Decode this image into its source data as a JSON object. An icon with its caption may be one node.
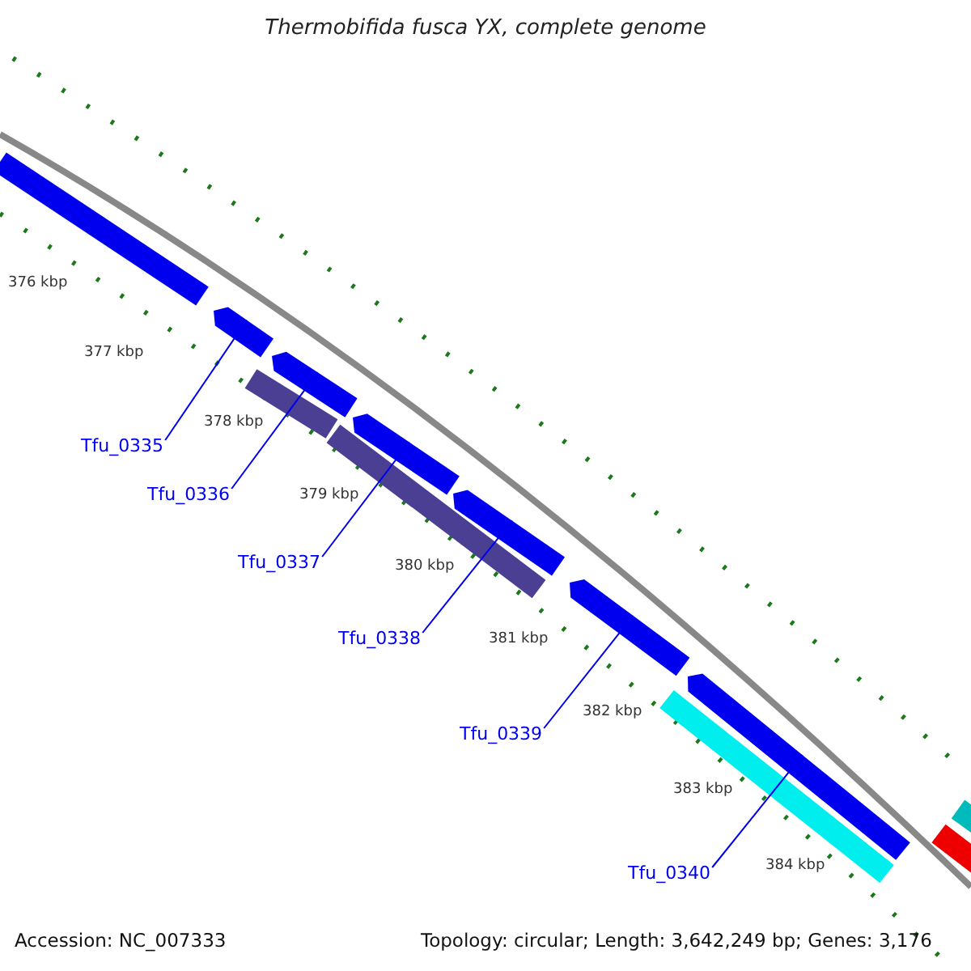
{
  "diagram": {
    "title": "Thermobifida fusca YX, complete genome",
    "nodes": [
      {
        "text": [
          "Tfu_0335"
        ]
      },
      {
        "text": [
          "Tfu_0336"
        ]
      },
      {
        "text": [
          "Tfu_0337"
        ]
      },
      {
        "text": [
          "Tfu_0338"
        ]
      },
      {
        "text": [
          "Tfu_0339"
        ]
      },
      {
        "text": [
          "Tfu_0340"
        ]
      },
      {
        "text": [],
        "shape": "bar"
      },
      {
        "text": [],
        "shape": "bar"
      },
      {
        "text": [],
        "shape": "bar"
      },
      {
        "text": [],
        "shape": "bar"
      },
      {
        "text": [],
        "shape": "bar"
      },
      {
        "text": [],
        "shape": "bar"
      }
    ],
    "edges": [
      {
        "from": 0,
        "to": 6,
        "arrow": "none"
      },
      {
        "from": 1,
        "to": 7,
        "arrow": "none"
      },
      {
        "from": 2,
        "to": 8,
        "arrow": "none"
      },
      {
        "from": 3,
        "to": 9,
        "arrow": "none"
      },
      {
        "from": 4,
        "to": 10,
        "arrow": "none"
      },
      {
        "from": 5,
        "to": 11,
        "arrow": "none"
      }
    ],
    "labels": [
      "376 kbp",
      "377 kbp",
      "378 kbp",
      "379 kbp",
      "380 kbp",
      "381 kbp",
      "382 kbp",
      "383 kbp",
      "384 kbp",
      "Accession: NC_007333",
      "Topology: circular; Length: 3,642,249 bp; Genes: 3,176"
    ]
  }
}
